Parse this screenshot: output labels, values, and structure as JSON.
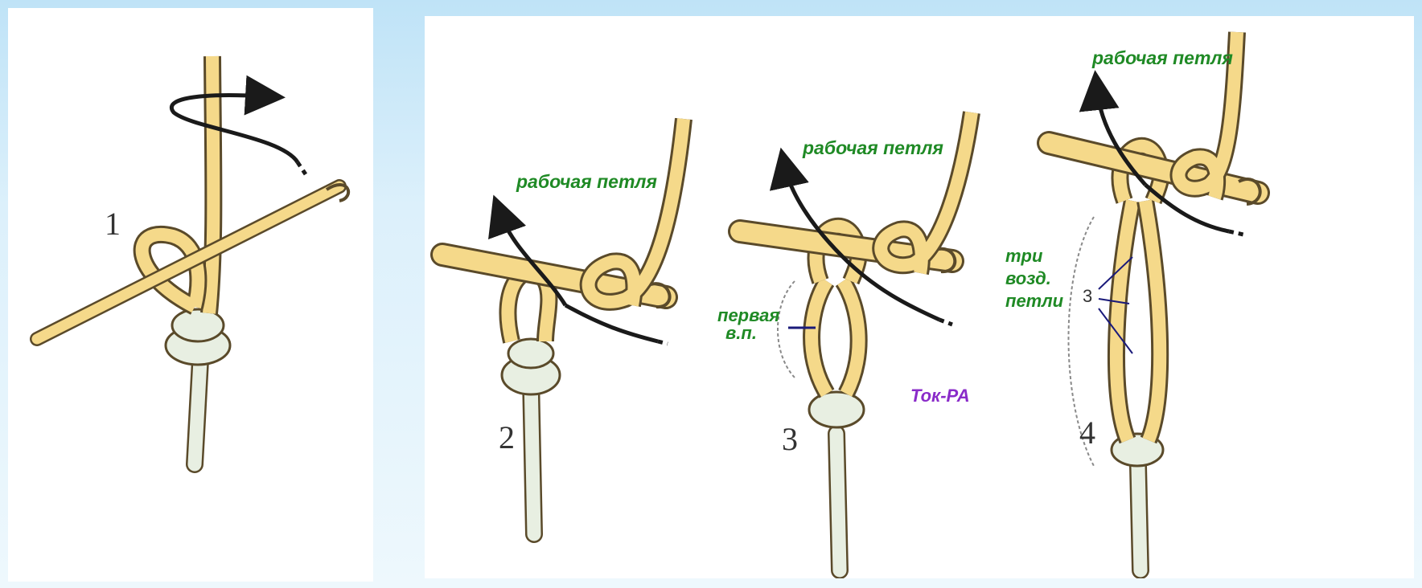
{
  "steps": [
    {
      "number": "1"
    },
    {
      "number": "2",
      "label": "рабочая петля"
    },
    {
      "number": "3",
      "label": "рабочая петля",
      "note_line1": "первая",
      "note_line2": "в.п."
    },
    {
      "number": "4",
      "label": "рабочая петля",
      "note_line1": "три",
      "note_line2": "возд.",
      "note_line3": "петли",
      "note_count": "3"
    }
  ],
  "watermark": "Ток-РА",
  "colors": {
    "yarn": "#f5d98a",
    "yarn_outline": "#5a4a2a",
    "tail": "#e8efe2",
    "label": "#1f8a25",
    "watermark": "#8a2bc9",
    "pointer": "#1a1a7a",
    "background": "#cfeaf8"
  }
}
